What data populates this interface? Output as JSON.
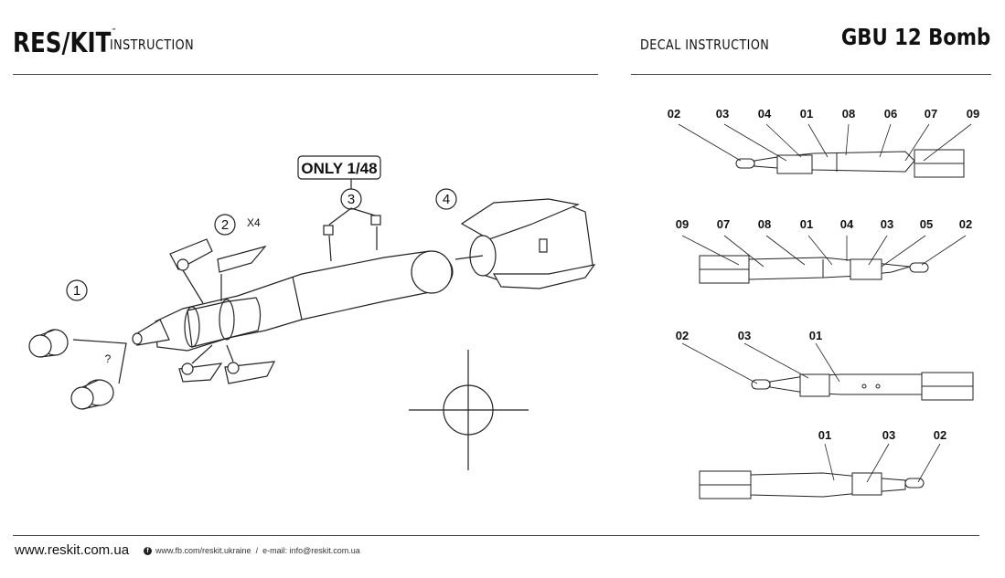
{
  "header": {
    "logo": "RES/KIT",
    "logo_mark": "™",
    "instruction": "INSTRUCTION",
    "decal_instruction": "DECAL INSTRUCTION",
    "title": "GBU 12 Bomb"
  },
  "assembly": {
    "only_label": "ONLY 1/48",
    "step1": "1",
    "step2": "2",
    "step2_qty": "X4",
    "step3": "3",
    "step4": "4",
    "question": "?"
  },
  "decals": {
    "row1": [
      "02",
      "03",
      "04",
      "01",
      "08",
      "06",
      "07",
      "09"
    ],
    "row2": [
      "09",
      "07",
      "08",
      "01",
      "04",
      "03",
      "05",
      "02"
    ],
    "row3": [
      "02",
      "03",
      "01"
    ],
    "row4": [
      "01",
      "03",
      "02"
    ]
  },
  "footer": {
    "website": "www.reskit.com.ua",
    "fb_icon": "f",
    "facebook": "www.fb.com/reskit.ukraine",
    "separator": "/",
    "email": "e-mail: info@reskit.com.ua"
  }
}
